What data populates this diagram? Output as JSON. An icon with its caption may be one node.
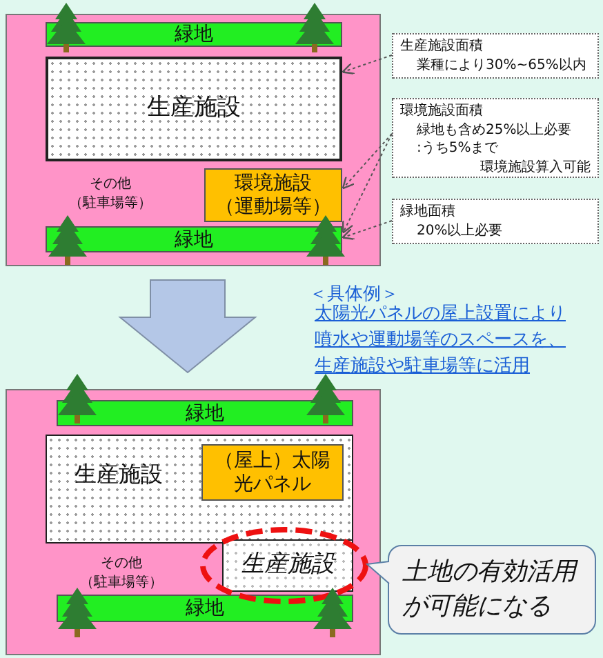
{
  "diagram": {
    "nodes": [
      {
        "text": [],
        "shape": "box"
      },
      {
        "text": [
          "緑地"
        ],
        "in": 0
      },
      {
        "text": [
          "生産施設"
        ],
        "in": 0
      },
      {
        "text": [
          "環境施設（運動場等）"
        ],
        "in": 0
      },
      {
        "text": [
          "緑地"
        ],
        "in": 0
      },
      {
        "text": [
          "生産施設面積",
          "業種により30%~65%以内"
        ]
      },
      {
        "text": [
          "環境施設面積",
          "緑地も含め25%以上必要",
          ":うち5%まで",
          "環境施設算入可能"
        ]
      },
      {
        "text": [
          "緑地面積",
          "20%以上必要"
        ]
      },
      {
        "text": [],
        "shape": "box"
      },
      {
        "text": [
          "緑地"
        ],
        "in": 8
      },
      {
        "text": [
          "生産施設"
        ],
        "in": 8
      },
      {
        "text": [
          "（屋上）太陽光パネル"
        ],
        "in": 10
      },
      {
        "text": [
          "生産施設"
        ],
        "in": 13
      },
      {
        "text": [],
        "shape": "circle",
        "in": 8
      },
      {
        "text": [
          "土地の有効活用が可能になる"
        ]
      },
      {
        "text": [
          "緑地"
        ],
        "in": 8
      }
    ],
    "edges": [
      {
        "from": 5,
        "to": 2,
        "arrow": "to",
        "style": "dashed"
      },
      {
        "from": 6,
        "to": 3,
        "arrow": "to",
        "style": "dashed"
      },
      {
        "from": 6,
        "to": 4,
        "arrow": "to",
        "style": "dashed"
      },
      {
        "from": 7,
        "to": 4,
        "arrow": "to",
        "style": "dashed"
      },
      {
        "from": 0,
        "to": 8,
        "arrow": "to",
        "style": "thick",
        "color": "#b4c7e7"
      },
      {
        "from": 14,
        "to": 13,
        "arrow": "to"
      }
    ],
    "labels": [
      "その他（駐車場等）",
      "＜具体例＞",
      "太陽光パネルの屋上設置により噴水や運動場等のスペースを、生産施設や駐車場等に活用",
      "その他（駐車場等）"
    ]
  }
}
